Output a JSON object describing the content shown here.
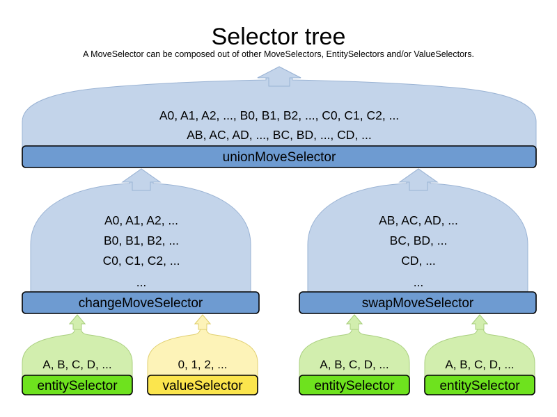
{
  "header": {
    "title": "Selector tree",
    "subtitle": "A MoveSelector can be composed out of other MoveSelectors, EntitySelectors and/or ValueSelectors."
  },
  "colors": {
    "cloud_blue_fill": "#c3d4ea",
    "cloud_blue_stroke": "#9ab3d4",
    "bar_blue_fill": "#6e9bd1",
    "bar_blue_stroke": "#000000",
    "cloud_green_fill": "#d2eeae",
    "cloud_green_stroke": "#a9cf7f",
    "bar_green_fill": "#6ee21e",
    "cloud_yellow_fill": "#fdf3b8",
    "cloud_yellow_stroke": "#e0cf70",
    "bar_yellow_fill": "#fbe54d",
    "text": "#000000",
    "background": "#ffffff"
  },
  "nodes": {
    "union": {
      "label": "unionMoveSelector",
      "lines": [
        "A0, A1, A2, ..., B0, B1, B2, ..., C0, C1, C2, ...",
        "AB, AC, AD, ..., BC, BD, ..., CD, ..."
      ]
    },
    "change": {
      "label": "changeMoveSelector",
      "lines": [
        "A0, A1, A2, ...",
        "B0, B1, B2, ...",
        "C0, C1, C2, ...",
        "..."
      ]
    },
    "swap": {
      "label": "swapMoveSelector",
      "lines": [
        "AB, AC, AD, ...",
        "BC, BD, ...",
        "CD, ...",
        "..."
      ]
    },
    "leaves": [
      {
        "label": "entitySelector",
        "line": "A, B, C, D, ...",
        "kind": "entity"
      },
      {
        "label": "valueSelector",
        "line": "0, 1, 2, ...",
        "kind": "value"
      },
      {
        "label": "entitySelector",
        "line": "A, B, C, D, ...",
        "kind": "entity"
      },
      {
        "label": "entitySelector",
        "line": "A, B, C, D, ...",
        "kind": "entity"
      }
    ]
  }
}
